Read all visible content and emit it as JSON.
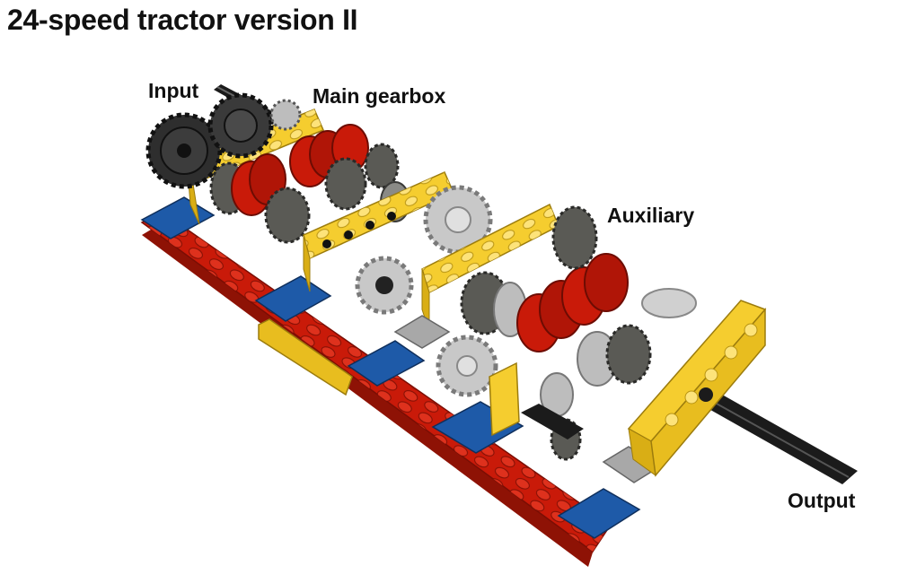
{
  "title": "24-speed tractor version II",
  "labels": {
    "input": "Input",
    "main_gearbox": "Main gearbox",
    "auxiliary": "Auxiliary",
    "output": "Output"
  },
  "colors": {
    "yellow": "#f5cd2f",
    "red": "#c91a09",
    "blue": "#1e5aa8",
    "dark_gray": "#5a5a55",
    "light_gray": "#c8c8c8",
    "black": "#1b1b1b"
  }
}
